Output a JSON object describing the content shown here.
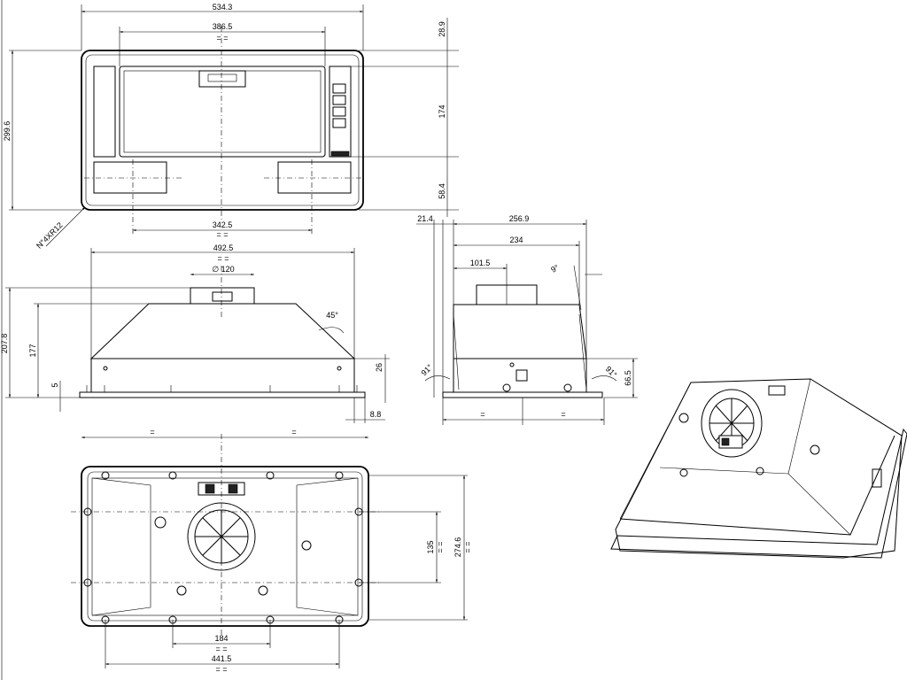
{
  "top_view": {
    "width": "534.3",
    "inner_width": "386.5",
    "inner_width_eq": "= =",
    "height": "299.6",
    "top_offset": "28.9",
    "filter_height": "174",
    "bottom_offset": "58.4",
    "lower_spacing": "342.5",
    "lower_spacing_eq": "= =",
    "radius_note": "N°4XR12"
  },
  "front_view": {
    "width": "492.5",
    "width_eq": "= =",
    "duct_diameter": "∅ 120",
    "height_total": "207.8",
    "height_body": "177",
    "flange": "5",
    "side_height": "26",
    "angle": "45°",
    "lip": "8.8"
  },
  "side_view": {
    "offset_front": "21.4",
    "depth": "256.9",
    "depth_inner": "234",
    "duct_position": "101.5",
    "tilt": "9°",
    "angle_left": "91°",
    "angle_right": "91°",
    "height": "66.5",
    "eq_left": "=",
    "eq_right": "="
  },
  "bottom_view": {
    "eq_left": "=",
    "eq_right": "=",
    "hole_spacing": "135",
    "hole_spacing_eq": "= =",
    "depth": "274.6",
    "depth_eq": "= =",
    "inner_spacing": "184",
    "inner_spacing_eq": "= =",
    "outer_spacing": "441.5",
    "outer_spacing_eq": "= ="
  }
}
